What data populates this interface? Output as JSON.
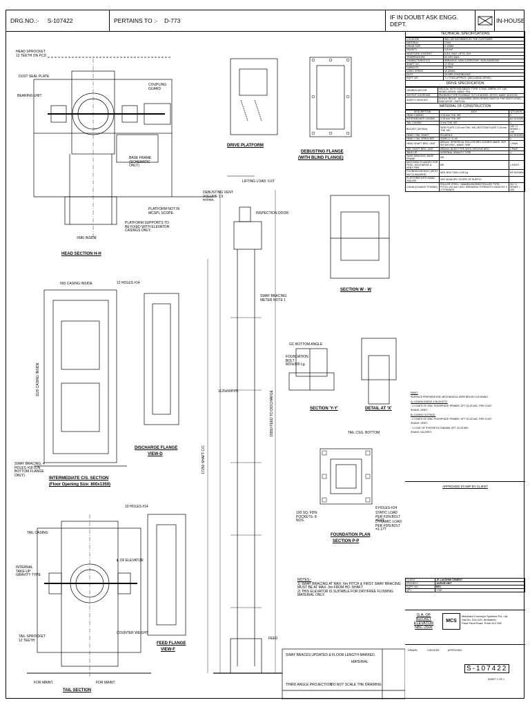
{
  "header": {
    "drg_no_label": "DRG.NO.:-",
    "drg_no": "S-107422",
    "pertains_label": "PERTAINS TO :-",
    "pertains": "D-773",
    "doubt": "IF IN DOUBT ASK ENGG. DEPT.",
    "inhouse": "IN-HOUSE"
  },
  "tech_spec": {
    "title": "TECHNICAL SPECIFICATIONS",
    "rows": [
      [
        "LOCATION",
        "WILL BE INFORMED BY THE CUSTOMER"
      ],
      [
        "MATERIAL",
        "COAL"
      ],
      [
        "GRAIN SIZE",
        "0-10MM"
      ],
      [
        "DENSITY",
        "0.8 t/m³"
      ],
      [
        "MOISTURE CONTENT",
        "6-8%, MAX. UPTO 10%"
      ],
      [
        "TEMPERATURE",
        "60 DEG MAX."
      ],
      [
        "CHARACTERISTICS",
        "ABRASIVE, NON CORROSIVE, NON ADHESIVE"
      ],
      [
        "SHAFT C/C",
        "17.25 M"
      ],
      [
        "CAPACITY",
        "15 TPH"
      ],
      [
        "CONV. SPEED",
        "30 M/MIN"
      ],
      [
        "DUTY",
        "24 HRS CONTINUOUS"
      ],
      [
        "EQPT. WT.",
        "7.1 TONS APPROX. (INCLUDING DRIVE)"
      ]
    ]
  },
  "drive_spec": {
    "title": "DRIVE SPECIFICATION",
    "rows": [
      [
        "GEARED MOTOR",
        "HELICAL WITH HOLDBACK TYPE, 3.7KW, 20RPM, S.F 1.60 MODEL:M0330, MAKE: PBL"
      ],
      [
        "OUTPUT COUPLING",
        "PIN BUSH TYPE FLEXIBLE, S.F.1.5 MODEL: EF070, MAKE: ELECON"
      ],
      [
        "SAFETY DEVICES",
        "SHOCK RELAY: JAYASHREE ZERO SPEED SWITCH: P&F BOOT LEVEL INDICATOR : SAPCON"
      ]
    ]
  },
  "moc": {
    "title": "MATERIAL OF CONSTRUCTION",
    "cols": [
      "DESCRIPTION",
      "MOC",
      "QTY.(NOS.)"
    ],
    "rows": [
      [
        "HEAD CASING",
        "3.15 mm THK. MS",
        "1"
      ],
      [
        "INTERMEDIATE CASING",
        "3.15 mm THK. MS",
        "AS SHOWN"
      ],
      [
        "TAIL CASING",
        "5 mm THK. MS",
        "1"
      ],
      [
        "BUCKET (DF250x)",
        "SIDE PLATE 3.15 mm THK. MS / BOTTOM PLATE 3.15 mm THK. MS",
        "144 +1 SPARE = 145"
      ],
      [
        "HEAD / TAIL SHAFT",
        "EN-8/EN-8",
        "AS SHOWN"
      ],
      [
        "HEAD / TAIL SPROCKET",
        "SGMS-2 / C-45",
        "1"
      ],
      [
        "HEAD SHAFT BRG. UNIT",
        "Ø60mm, SPHERICAL ROLLER BRG.22208EK MAKE: SKF, SN 509 HSG., MAKE: SNR",
        "1 PAIR"
      ],
      [
        "TAIL SHAFT BRG. UNIT",
        "Ø50mm, BUSH TYPE WITH GROOVE BRG.",
        "1 PAIR"
      ],
      [
        "TAKE UP",
        "INTERNAL GRAVITY TYPE",
        "1"
      ],
      [
        "SWAY BRACING, BASE FRAME",
        "MS",
        "-"
      ],
      [
        "MATCHING FLANGES FOR FEED, DISCHARGE & VENT PIPE",
        "MS",
        "1 EACH"
      ],
      [
        "FOUNDATION BOLT (WITH NUT & WASHER)",
        "M20, BOLT 600 x 100 Lg.",
        "AS SHOWN"
      ],
      [
        "PLATFORM WITH HAND RAILING",
        "NOT IN MCSPL SCOPE OF SUPPLY",
        "-"
      ],
      [
        "CHAIN (DOUBLE STRAND)",
        "ROLLER STEEL, YAWARA BUSHED ROLLER TYPE, PITCH-125 mm / AVG. BREAKING STRENGTH-16000 KG X 2 STRANDS",
        "3/4 +1 SPARE = 183"
      ]
    ]
  },
  "paint": {
    "title": "PAINT:",
    "l1": "SURFACE PREPARATION: MECHANICAL WIRE BRUSH CLEANING.",
    "l2": "A) CASING INSIDE & BUCKETS:",
    "l3": "- 2 COATS OF ZINC PHOSPHATE PRIMER, DFT 20-25 MIC. PER COAT.",
    "l4": "SHADE: GREY.",
    "l5": "B) CASING OUTSIDE:",
    "l6": "- 2 COATS OF ZINC PHOSPHATE PRIMER, DFT 20-25 MIC. PER COAT.",
    "l7": "SHADE: GREY.",
    "l8": "- 1 COAT OF SYNTHETIC ENAMEL DFT 20-25 MIC.",
    "l9": "SHADE: DA GREY."
  },
  "stamp": "APPROVED STAMP BY CLIENT",
  "views": {
    "head_section": "HEAD SECTION H-H",
    "drive_platform": "DRIVE PLATFORM",
    "debusting_flange": "DEBUSTING FLANGE",
    "debusting_flange2": "(WITH BLIND FLANGE)",
    "intermediate": "INTERMEDIATE C/S. SECTION",
    "intermediate2": "(Floor Opening Size: 800x1350)",
    "discharge_flange": "DISCHARGE FLANGE",
    "discharge_flange2": "VIEW-D",
    "section_w": "SECTION W - W",
    "section_y": "SECTION 'Y-Y'",
    "detail_x": "DETAIL AT 'X'",
    "foundation_plan": "FOUNDATION PLAN",
    "foundation_plan2": "SECTION P-P",
    "feed_flange": "FEED FLANGE",
    "feed_flange2": "VIEW-F",
    "tail_section": "TAIL SECTION"
  },
  "labels": {
    "head_sprocket": "HEAD SPROCKET",
    "head_sprocket2": "12 TEETH ON PCD",
    "dust_seal": "DUST SEAL PLATE",
    "bearing_unit": "BEARING UNIT",
    "coupling_guard": "COUPLING GUARD",
    "base_frame": "BASE FRAME (SCHEMATIC ONLY)",
    "platform_not": "PLATFORM NOT IN MCSPL SCOPE.",
    "platform_supports": "PLATFORM SUPPORTS TO BE FIXED WITH ELEVATOR CASINGS ONLY.",
    "inside_580": "±580 INSIDE",
    "lifting_load": "LIFTING LOAD: 0.6T",
    "debusting_vent": "DEBUSTING VENT VOLUME 1.5 m³/min.",
    "inspection_door": "INSPECTION DOOR",
    "sway_bracing_meter": "SWAY BRACING METER NOTE 1",
    "casing_inside": "560 CASING INSIDE",
    "holes_14": "12 HOLES #14",
    "casing_inside_1120": "1120 CASING INSIDE",
    "sway_bracing": "SWAY BRACING, 4 HOLES #18 (ON BOTTOM FLANGE ONLY)",
    "size_1120x560": "1120x560 I/S",
    "shaft_cc": "17250 SHAFT C/C",
    "feed_to_discharge": "15550 FEED TO DISCHARGE",
    "feed_ref": "FEED",
    "holes_10": "10 HOLES #14",
    "tail_casing": "TAIL CASING",
    "internal_takeup": "INTERNAL TAKE-UP GRAVITY TYPE",
    "tail_sprocket": "TAIL SPROCKET 12 TEETH",
    "counter_weight": "COUNTER WEIGHT",
    "elevator_cl": "℄ OF ELEVATOR",
    "tail_csg_bottom": "TAIL CSG. BOTTOM",
    "fdn_pockets": "100 SQ. FDN. POCKETS- 8 NOS.",
    "holes_24": "8 HOLES-#24",
    "static_load": "STATIC LOAD PER FDN.BOLT =0.9T",
    "dynamic_load": "DYNAMIC LOAD PER FDN.BOLT =1.17T",
    "for_maint": "FOR MAINT.",
    "for_maint2": "FOR MAINT.",
    "fdn_bolt": "FOUNDATION BOLT M20x300 Lg.",
    "gc_bottom": "GC BOTTOM ANGLE"
  },
  "general_notes": {
    "title": "NOTES:-",
    "n1": "1) SWAY BRACING AT MAX. 6m PITCH & FIRST SWAY BRACING MUST BE AT MAX. 3m FROM HD. SHAFT.",
    "n2": "2) THIS ELEVATOR IS SUITABLE FOR DRY/FREE FLOWING MATERIAL ONLY."
  },
  "title_block": {
    "client_label": "CLIENT",
    "client": "JK LAKSHMI CEMENT",
    "project_label": "PROJECT",
    "project": "JAIPUR UNIT",
    "eqpt_label": "EQPT. NO.",
    "eqpt": "BE1",
    "qty_label": "QTY.",
    "qty": "1 NO.",
    "title1": "G.A. OF",
    "title2": "BUCKET ELEVATOR",
    "title3": "NBC-250#",
    "company": "Mahindra Conveyor Systems Pvt. Ltd.",
    "addr1": "Gat No. 314-315, Ambadvet,",
    "addr2": "Paud Paud Road, Pune 412 108",
    "logo": "MCS",
    "drg_no": "S-107422",
    "projection": "THIRD ANGLE PROJECTION",
    "not_scale": "DO NOT SCALE THE DRAWING",
    "material": "MATERIAL",
    "drawn": "DRAWN",
    "checked": "CHECKED",
    "approved": "APPROVED",
    "revision": "SWAY BRACES UPDATED & FLOOR LENGTH MARKED.",
    "sheet": "SHEET 1 OF 1"
  }
}
